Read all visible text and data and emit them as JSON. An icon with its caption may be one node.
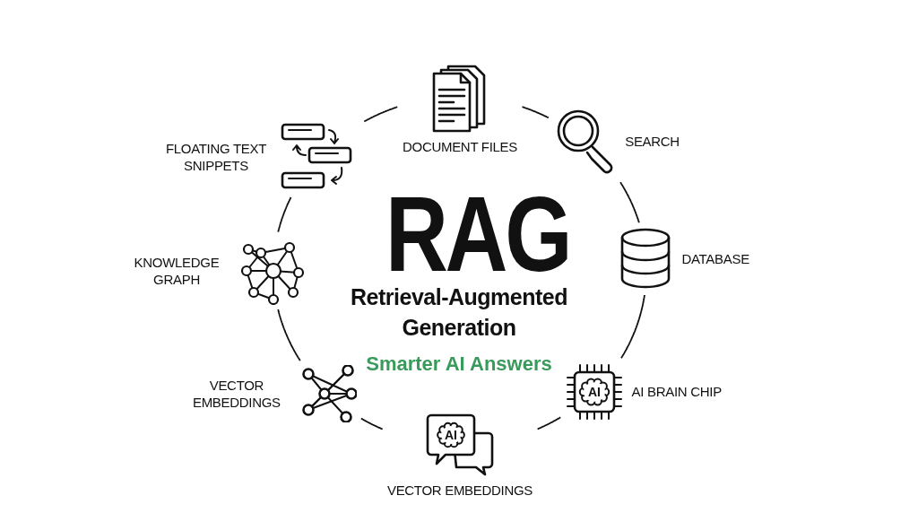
{
  "diagram": {
    "title": "RAG",
    "nodes": [
      {
        "text": [
          "DOCUMENT FILES"
        ]
      },
      {
        "text": [
          "SEARCH"
        ]
      },
      {
        "text": [
          "DATABASE"
        ]
      },
      {
        "text": [
          "AI",
          "AI BRAIN CHIP"
        ]
      },
      {
        "text": [
          "AI",
          "VECTOR EMBEDDINGS"
        ]
      },
      {
        "text": [
          "VECTOR EMBEDDINGS"
        ]
      },
      {
        "text": [
          "KNOWLEDGE GRAPH"
        ]
      },
      {
        "text": [
          "FLOATING TEXT SNIPPETS"
        ]
      }
    ],
    "edges": [
      {
        "from": 0,
        "to": 1,
        "arrow": "none"
      },
      {
        "from": 1,
        "to": 2,
        "arrow": "none"
      },
      {
        "from": 2,
        "to": 3,
        "arrow": "none"
      },
      {
        "from": 3,
        "to": 4,
        "arrow": "none"
      },
      {
        "from": 4,
        "to": 5,
        "arrow": "none"
      },
      {
        "from": 5,
        "to": 6,
        "arrow": "none"
      },
      {
        "from": 6,
        "to": 7,
        "arrow": "none"
      },
      {
        "from": 7,
        "to": 0,
        "arrow": "none"
      }
    ],
    "labels": [
      "Retrieval-Augmented Generation",
      "Smarter AI Answers"
    ]
  }
}
